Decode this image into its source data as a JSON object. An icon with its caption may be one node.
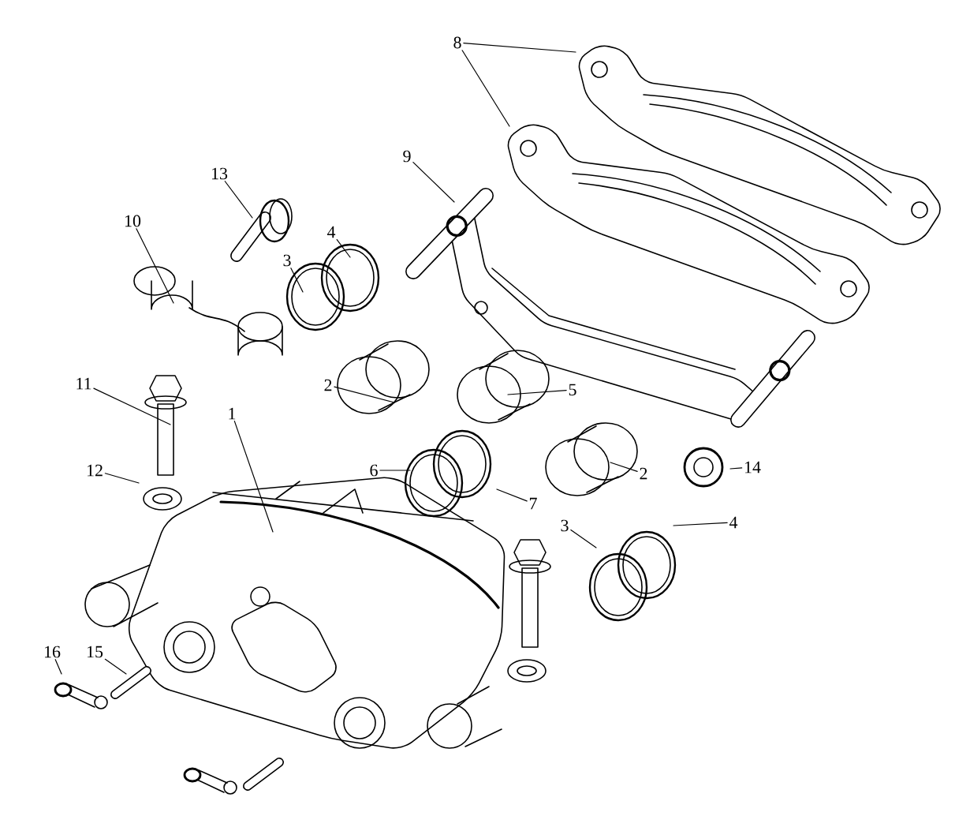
{
  "diagram": {
    "nodes": [
      {
        "text": [
          "8"
        ]
      },
      {
        "text": [
          "9"
        ]
      },
      {
        "text": [
          "13"
        ]
      },
      {
        "text": [
          "10"
        ]
      },
      {
        "text": [
          "3"
        ]
      },
      {
        "text": [
          "4"
        ]
      },
      {
        "text": [
          "11"
        ]
      },
      {
        "text": [
          "2"
        ]
      },
      {
        "text": [
          "1"
        ]
      },
      {
        "text": [
          "12"
        ]
      },
      {
        "text": [
          "6"
        ]
      },
      {
        "text": [
          "5"
        ]
      },
      {
        "text": [
          "7"
        ]
      },
      {
        "text": [
          "2"
        ]
      },
      {
        "text": [
          "14"
        ]
      },
      {
        "text": [
          "3"
        ]
      },
      {
        "text": [
          "4"
        ]
      },
      {
        "text": [
          "16"
        ]
      },
      {
        "text": [
          "15"
        ]
      }
    ],
    "edges": [
      {
        "from": 0,
        "to": null,
        "arrow": "none"
      },
      {
        "from": 0,
        "to": null,
        "arrow": "none"
      },
      {
        "from": 1,
        "to": null,
        "arrow": "none"
      },
      {
        "from": 2,
        "to": null,
        "arrow": "none"
      },
      {
        "from": 3,
        "to": null,
        "arrow": "none"
      },
      {
        "from": 4,
        "to": null,
        "arrow": "none"
      },
      {
        "from": 5,
        "to": null,
        "arrow": "none"
      },
      {
        "from": 6,
        "to": null,
        "arrow": "none"
      },
      {
        "from": 7,
        "to": null,
        "arrow": "none"
      },
      {
        "from": 8,
        "to": null,
        "arrow": "none"
      },
      {
        "from": 9,
        "to": null,
        "arrow": "none"
      },
      {
        "from": 10,
        "to": null,
        "arrow": "none"
      },
      {
        "from": 11,
        "to": null,
        "arrow": "none"
      },
      {
        "from": 12,
        "to": null,
        "arrow": "none"
      },
      {
        "from": 13,
        "to": null,
        "arrow": "none"
      },
      {
        "from": 14,
        "to": null,
        "arrow": "none"
      },
      {
        "from": 15,
        "to": null,
        "arrow": "none"
      },
      {
        "from": 16,
        "to": null,
        "arrow": "none"
      },
      {
        "from": 17,
        "to": null,
        "arrow": "none"
      },
      {
        "from": 18,
        "to": null,
        "arrow": "none"
      }
    ]
  }
}
